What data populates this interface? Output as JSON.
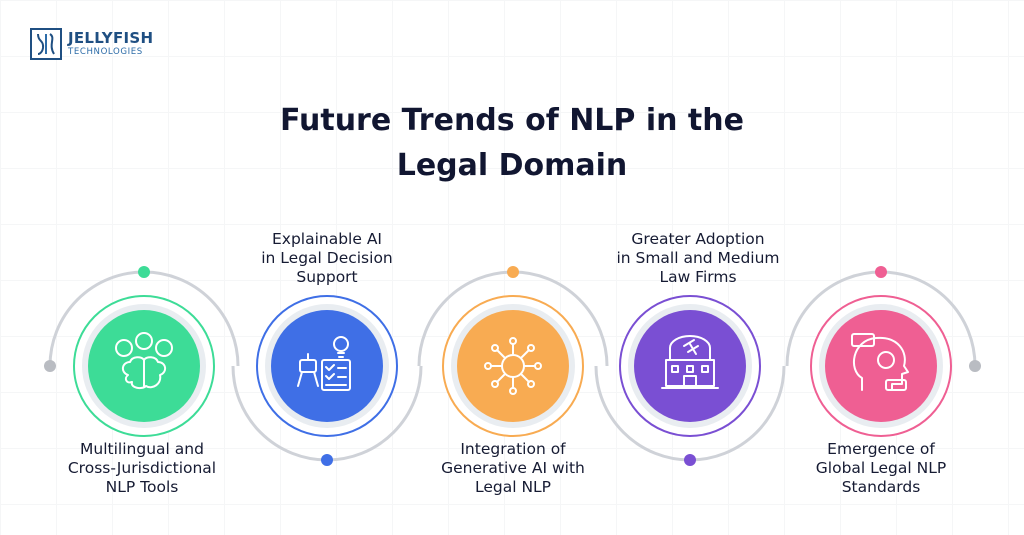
{
  "logo": {
    "name": "JELLYFISH",
    "sub": "TECHNOLOGIES"
  },
  "title": {
    "line1": "Future Trends of NLP in the",
    "line2": "Legal Domain"
  },
  "stages": [
    {
      "lines": [
        "Multilingual and",
        "Cross-Jurisdictional",
        "NLP Tools"
      ],
      "icon": "multilingual-brain-icon",
      "color": "#3ddc97",
      "dot": "#3ddc97"
    },
    {
      "lines": [
        "Explainable AI",
        "in Legal Decision",
        "Support"
      ],
      "icon": "robot-checklist-icon",
      "color": "#3f6fe6",
      "dot": "#3f6fe6"
    },
    {
      "lines": [
        "Integration of",
        "Generative AI with",
        "Legal NLP"
      ],
      "icon": "ai-network-icon",
      "color": "#f8ab52",
      "dot": "#f8ab52"
    },
    {
      "lines": [
        "Greater Adoption",
        "in Small and Medium",
        "Law Firms"
      ],
      "icon": "courthouse-gavel-icon",
      "color": "#7a4fd3",
      "dot": "#7a4fd3"
    },
    {
      "lines": [
        "Emergence of",
        "Global Legal NLP",
        "Standards"
      ],
      "icon": "head-gear-nlp-icon",
      "color": "#ef5f93",
      "dot": "#ef5f93"
    }
  ],
  "track_color": "#cfd2d8",
  "end_dot_color": "#b9bcc2"
}
